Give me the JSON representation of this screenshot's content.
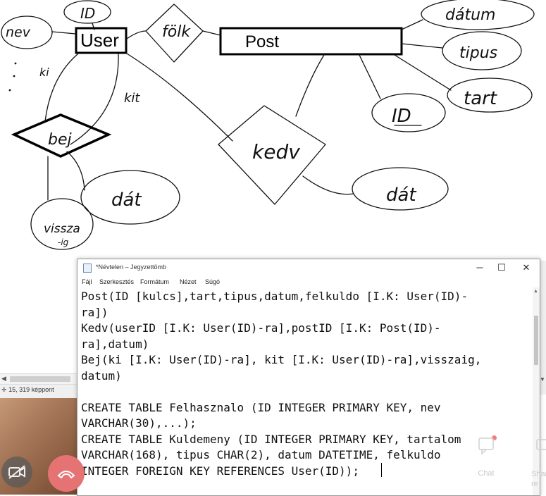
{
  "diagram": {
    "entities": {
      "user": "User",
      "post": "Post"
    },
    "relations": {
      "folk": "fölk",
      "kedv": "kedv",
      "bej": "bej"
    },
    "attributes": {
      "id": "ID",
      "nev": "nev",
      "ki": "ki",
      "kit": "kit",
      "dat_bej": "dát",
      "vissza": "vissza",
      "vissza_2": "-ig",
      "datum": "dátum",
      "tipus": "tipus",
      "tart": "tart",
      "id_post": "ID",
      "dat_kedv": "dát"
    }
  },
  "paint_status": {
    "coords": "15, 319 képpont"
  },
  "notepad": {
    "title": "*Névtelen – Jegyzettömb",
    "menu": [
      "Fájl",
      "Szerkesztés",
      "Formátum",
      "Nézet",
      "Súgó"
    ],
    "controls": {
      "minimize": "─",
      "maximize": "☐",
      "close": "✕"
    },
    "lines": [
      "Post(ID [kulcs],tart,tipus,datum,felkuldo [I.K: User(ID)-",
      "ra])",
      "Kedv(userID [I.K: User(ID)-ra],postID [I.K: Post(ID)-",
      "ra],datum)",
      "Bej(ki [I.K: User(ID)-ra], kit [I.K: User(ID)-ra],visszaig,",
      "datum)",
      "",
      "CREATE TABLE Felhasznalo (ID INTEGER PRIMARY KEY, nev",
      "VARCHAR(30),...);",
      "CREATE TABLE Kuldemeny (ID INTEGER PRIMARY KEY, tartalom",
      "VARCHAR(168), tipus CHAR(2), datum DATETIME, felkuldo",
      "INTEGER FOREIGN KEY REFERENCES User(ID));"
    ]
  },
  "meeting": {
    "chat_label": "Chat",
    "share_label": "Shar",
    "share_label_2": "re",
    "colors": {
      "hangup": "#e57373",
      "camera": "#5a5a5a"
    }
  }
}
